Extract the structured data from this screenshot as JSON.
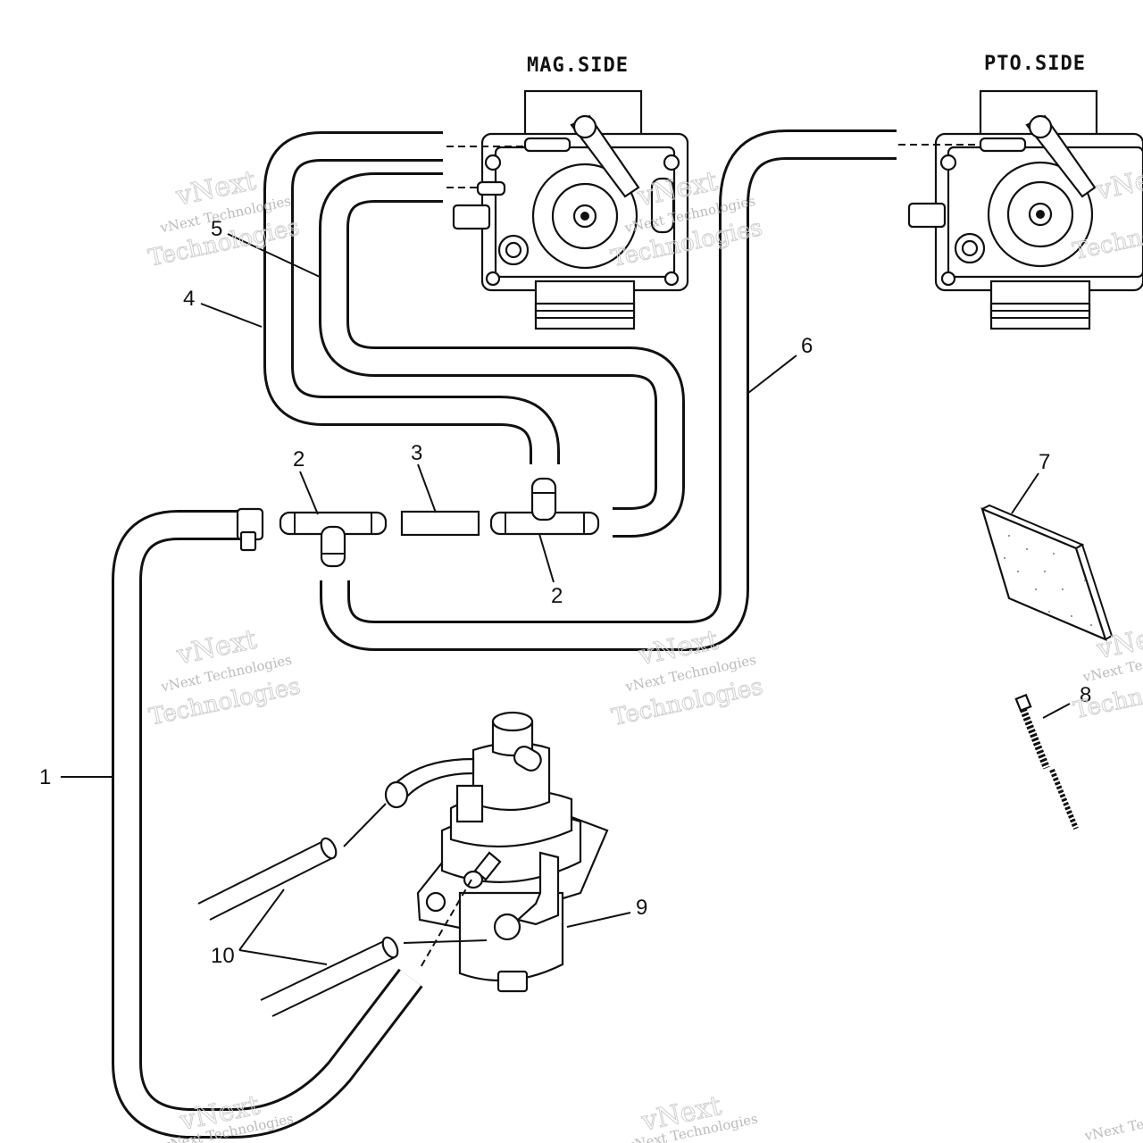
{
  "headings": {
    "mag_side": "MAG.SIDE",
    "pto_side": "PTO.SIDE"
  },
  "callouts": {
    "c1": "1",
    "c2a": "2",
    "c2b": "2",
    "c3": "3",
    "c4": "4",
    "c5": "5",
    "c6": "6",
    "c7": "7",
    "c8": "8",
    "c9": "9",
    "c10": "10"
  },
  "watermark": {
    "line1": "vNext Technologies",
    "line2": "vNext",
    "line3": "Technologies"
  }
}
